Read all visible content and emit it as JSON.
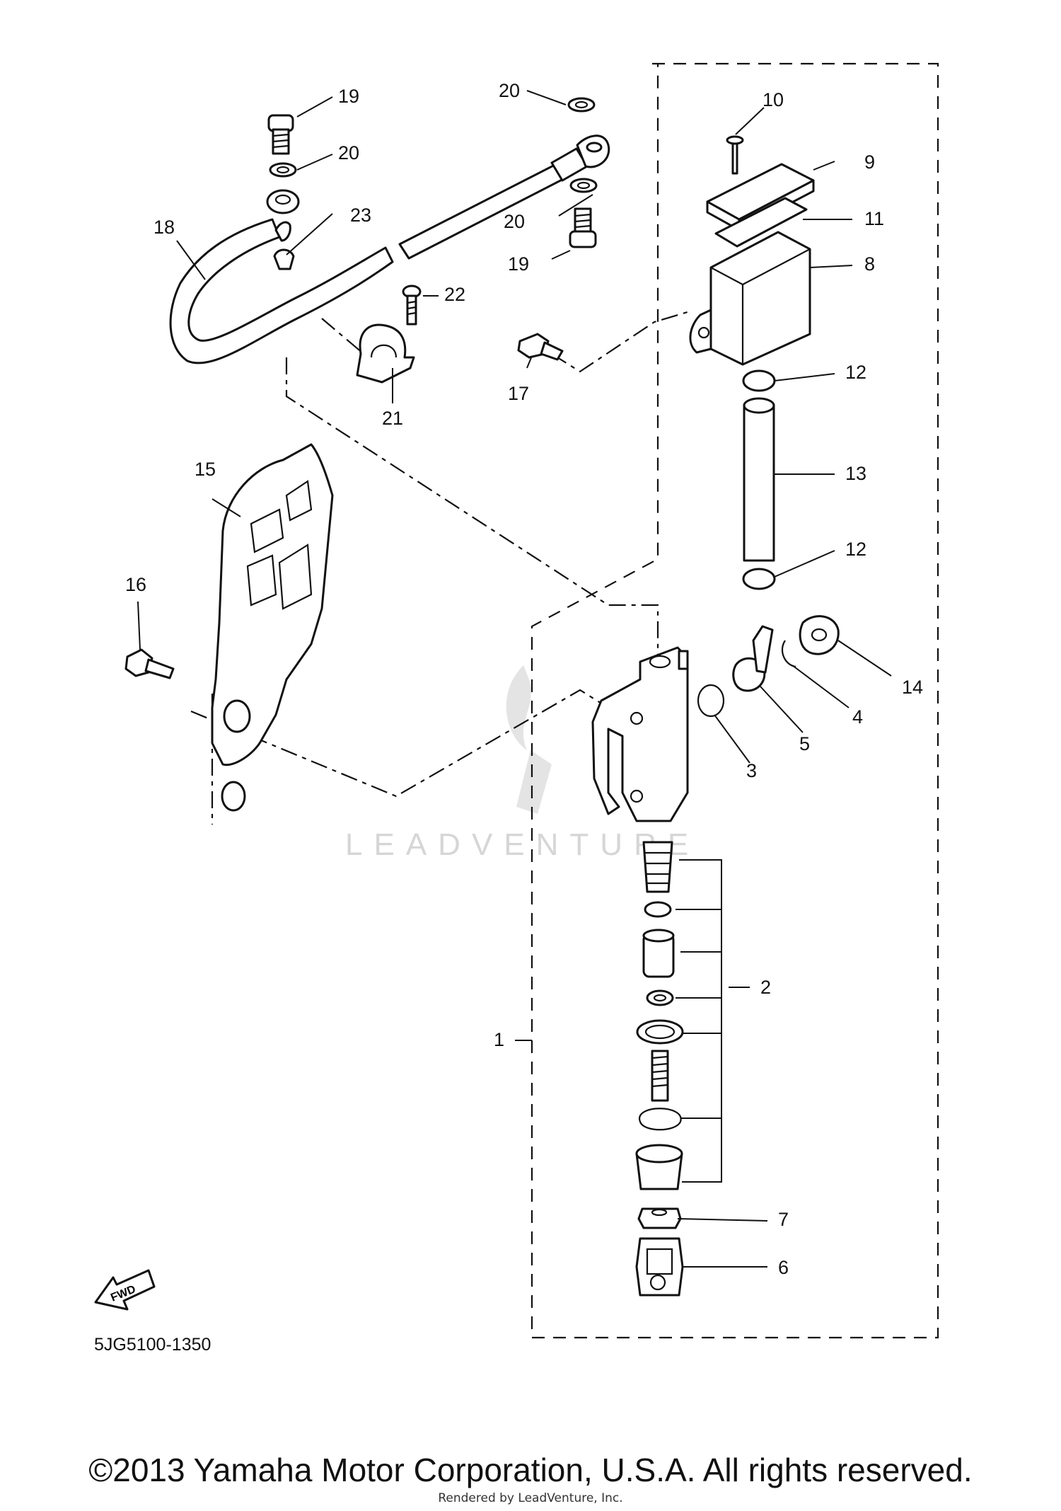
{
  "diagram": {
    "code": "5JG5100-1350",
    "watermark": "LEADVENTURE",
    "fwd_label": "FWD",
    "callouts": [
      "1",
      "2",
      "3",
      "4",
      "5",
      "6",
      "7",
      "8",
      "9",
      "10",
      "11",
      "12",
      "12",
      "13",
      "14",
      "15",
      "16",
      "17",
      "18",
      "19",
      "19",
      "20",
      "20",
      "20",
      "21",
      "22",
      "23"
    ]
  },
  "footer": {
    "copyright": "©2013 Yamaha Motor Corporation, U.S.A. All rights reserved.",
    "rendered_by": "Rendered by LeadVenture, Inc."
  }
}
